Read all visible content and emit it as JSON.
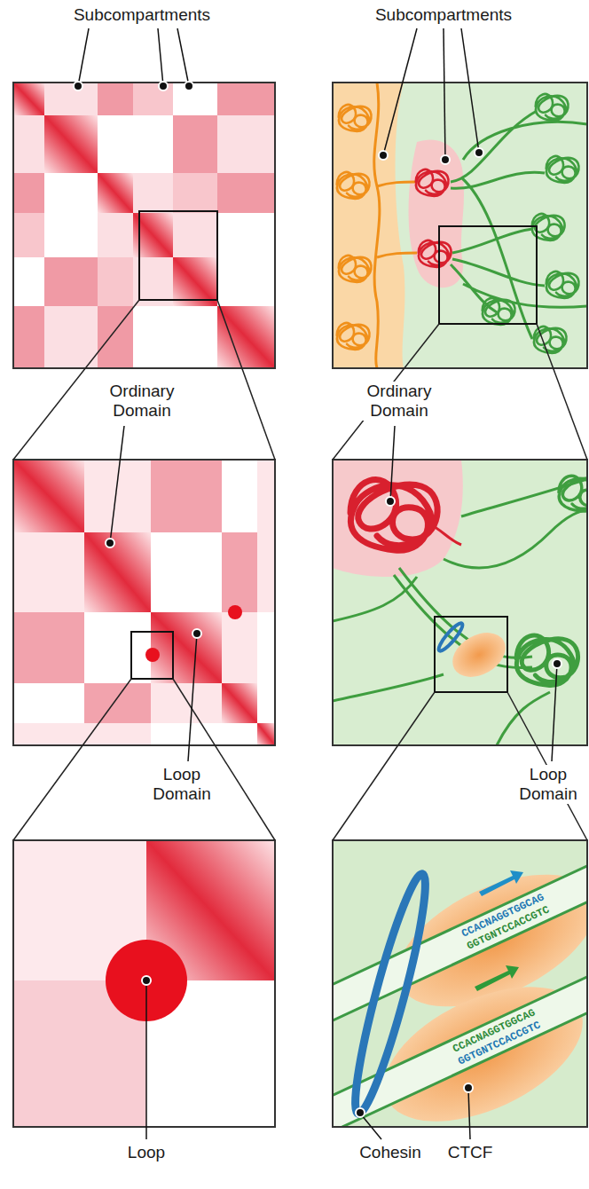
{
  "diagram": {
    "labels": [
      "Subcompartments",
      "Subcompartments",
      "Ordinary Domain",
      "Ordinary Domain",
      "Loop Domain",
      "Loop Domain",
      "CCACNAGGTGGCAG",
      "GGTGNTCCACCGTC",
      "CCACNAGGTGGCAG",
      "GGTGNTCCACCGTC",
      "Loop",
      "Cohesin",
      "CTCF"
    ]
  }
}
